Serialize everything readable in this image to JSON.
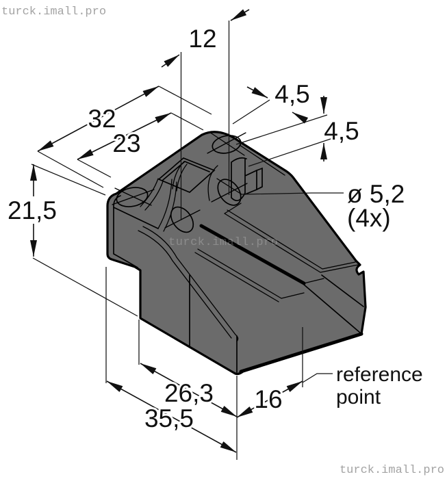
{
  "watermarks": {
    "top_left": "turck.imall.pro",
    "center": "turck.imall.pro",
    "bottom_right": "turck.imall.pro"
  },
  "drawing": {
    "title": "isometric technical drawing of mounting bracket",
    "body_color": "#6b6b6b",
    "outline_color": "#000000",
    "dimension_color": "#111111",
    "watermark_color": "#a3a3a3"
  },
  "labels": {
    "d12": "12",
    "d32": "32",
    "d23": "23",
    "d45a": "4,5",
    "d45b": "4,5",
    "d215": "21,5",
    "d52": "ø 5,2",
    "d52_qty": "(4x)",
    "d263": "26,3",
    "d355": "35,5",
    "d16": "16",
    "ref_line1": "reference",
    "ref_line2": "point"
  }
}
